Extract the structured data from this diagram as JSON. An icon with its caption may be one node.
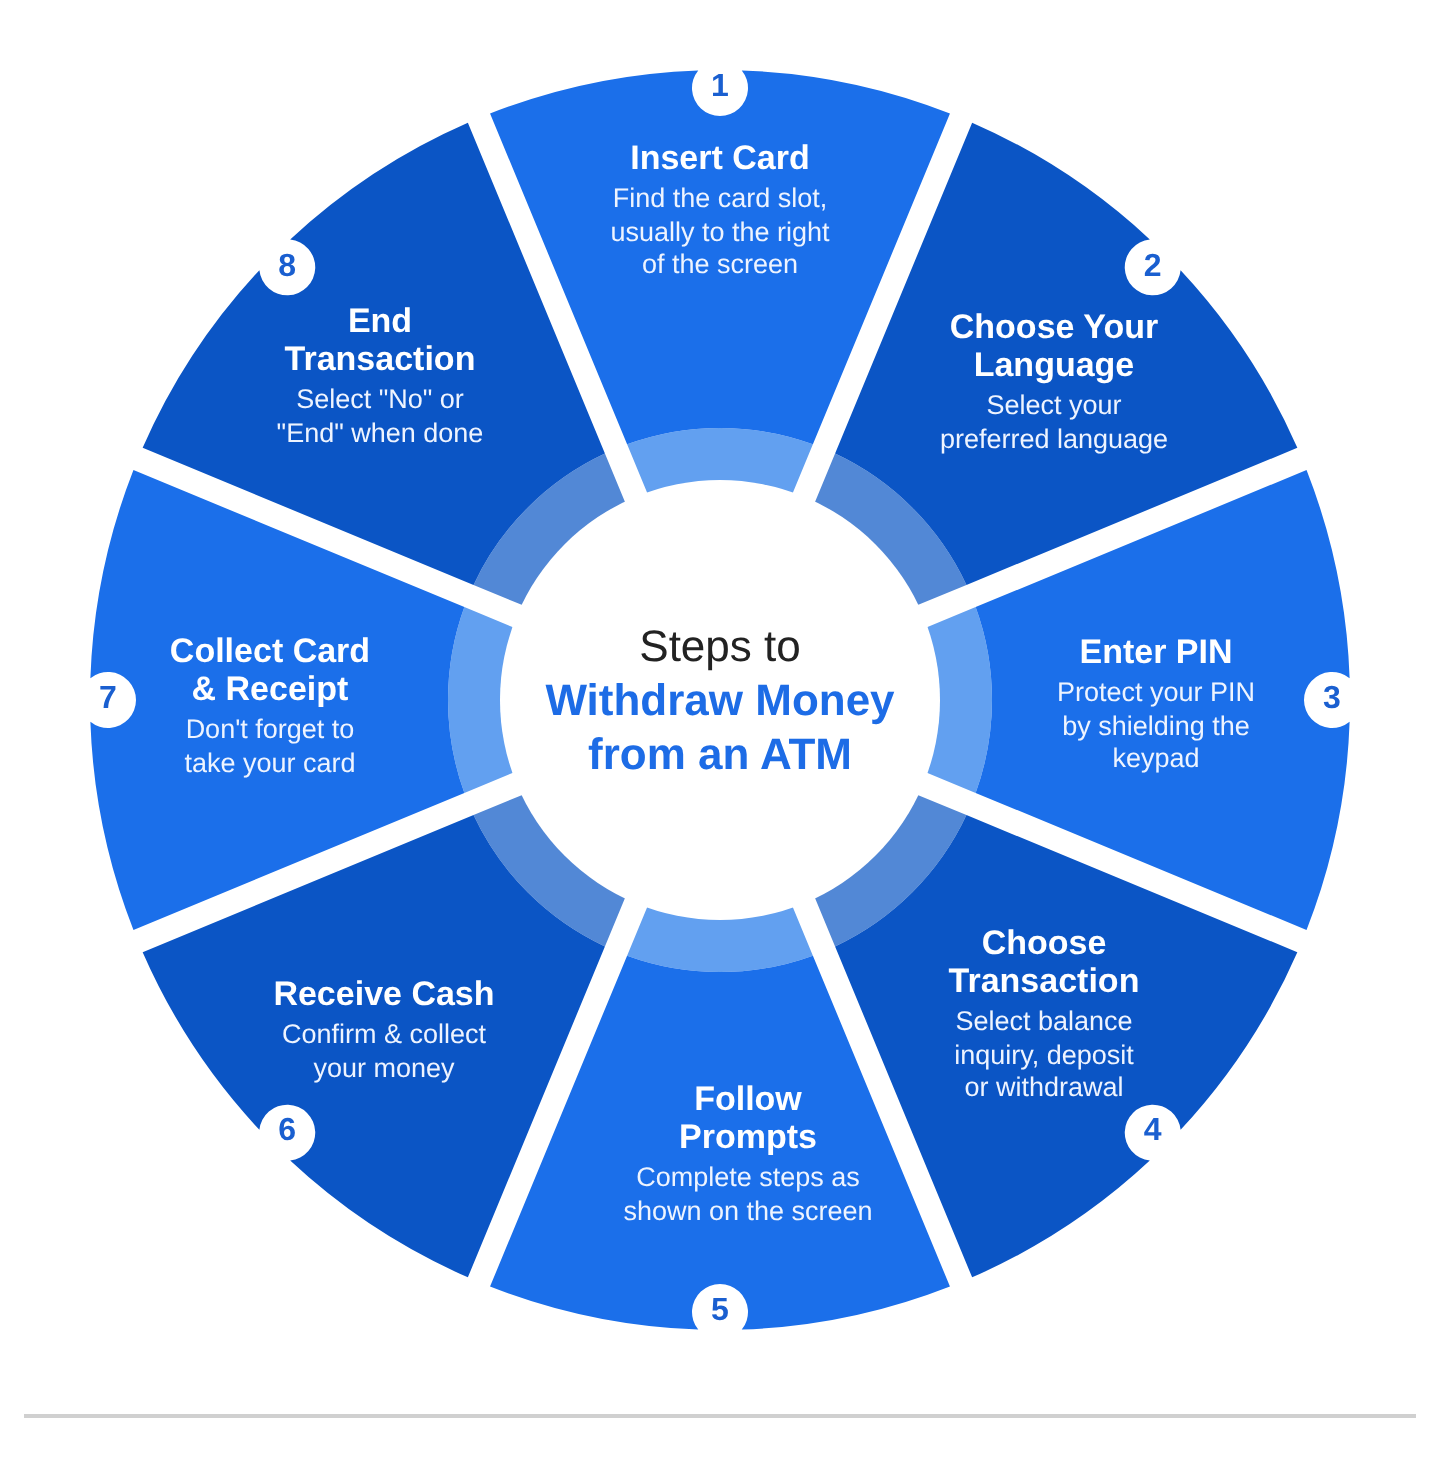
{
  "diagram": {
    "nodes": [
      {
        "text": [
          "Steps to **Withdraw Money from an ATM**"
        ]
      },
      {
        "text": [
          "1",
          "Insert Card",
          "Find the card slot, usually to the right of the screen"
        ]
      },
      {
        "text": [
          "2",
          "Choose Your Language",
          "Select your preferred language"
        ]
      },
      {
        "text": [
          "Enter PIN",
          "Protect your PIN by shielding the keypad",
          "3"
        ]
      },
      {
        "text": [
          "Choose Transaction",
          "Select balance inquiry, deposit or withdrawal",
          "4"
        ]
      },
      {
        "text": [
          "Follow Prompts",
          "Complete steps as shown on the screen",
          "5"
        ]
      },
      {
        "text": [
          "Receive Cash",
          "Confirm & collect your money",
          "6"
        ]
      },
      {
        "text": [
          "7",
          "Collect Card & Receipt",
          "Don't forget to take your card"
        ]
      },
      {
        "text": [
          "8",
          "End Transaction",
          "Select \"No\" or \"End\" when done"
        ]
      }
    ]
  }
}
